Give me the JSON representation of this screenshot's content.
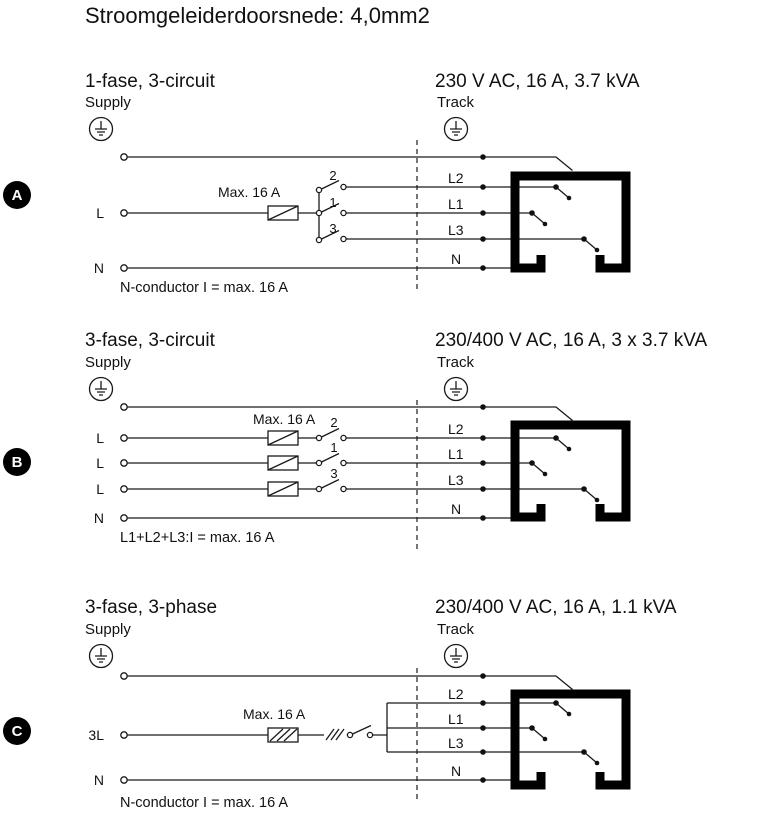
{
  "title": "Stroomgeleiderdoorsnede: 4,0mm2",
  "sections": {
    "a": {
      "badge": "A",
      "circuit_label": "1-fase, 3-circuit",
      "rating_label": "230 V AC, 16 A, 3.7 kVA",
      "supply_label": "Supply",
      "track_label": "Track",
      "fuse_label": "Max. 16 A",
      "sw2": "2",
      "sw1": "1",
      "sw3": "3",
      "input_l": "L",
      "input_n": "N",
      "line_l2": "L2",
      "line_l1": "L1",
      "line_l3": "L3",
      "line_n": "N",
      "note": "N-conductor I = max. 16 A"
    },
    "b": {
      "badge": "B",
      "circuit_label": "3-fase, 3-circuit",
      "rating_label": "230/400 V AC, 16 A, 3 x 3.7 kVA",
      "supply_label": "Supply",
      "track_label": "Track",
      "fuse_label": "Max. 16 A",
      "sw2": "2",
      "sw1": "1",
      "sw3": "3",
      "input_l": "L",
      "input_n": "N",
      "line_l2": "L2",
      "line_l1": "L1",
      "line_l3": "L3",
      "line_n": "N",
      "note": "L1+L2+L3:I = max. 16 A"
    },
    "c": {
      "badge": "C",
      "circuit_label": "3-fase, 3-phase",
      "rating_label": "230/400 V AC, 16 A, 1.1 kVA",
      "supply_label": "Supply",
      "track_label": "Track",
      "fuse_label": "Max. 16 A",
      "input_3l": "3L",
      "input_n": "N",
      "line_l2": "L2",
      "line_l1": "L1",
      "line_l3": "L3",
      "line_n": "N",
      "note": "N-conductor I = max. 16 A"
    }
  }
}
